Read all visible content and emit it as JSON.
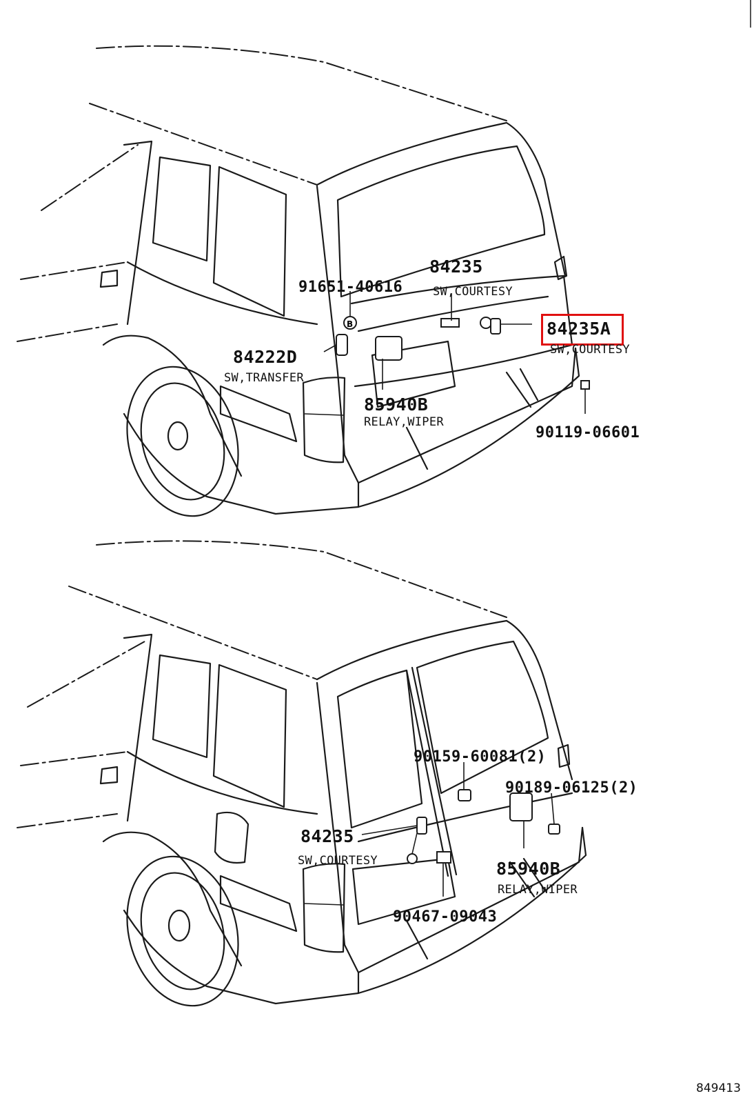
{
  "diagram_code": "849413",
  "top_view": {
    "parts": [
      {
        "number": "84235",
        "desc": "SW,COURTESY"
      },
      {
        "number": "91651-40616"
      },
      {
        "number": "84222D",
        "desc": "SW,TRANSFER"
      },
      {
        "number": "85940B",
        "desc": "RELAY,WIPER"
      },
      {
        "number": "84235A",
        "desc": "SW,COURTESY",
        "highlighted": true
      },
      {
        "number": "90119-06601"
      }
    ],
    "bolt_marker": "B"
  },
  "bottom_view": {
    "parts": [
      {
        "number": "90159-60081(2)"
      },
      {
        "number": "90189-06125(2)"
      },
      {
        "number": "84235",
        "desc": "SW,COURTESY"
      },
      {
        "number": "85940B",
        "desc": "RELAY,WIPER"
      },
      {
        "number": "90467-09043"
      }
    ]
  },
  "colors": {
    "highlight": "#e01010",
    "line": "#1a1a1a",
    "background": "#ffffff"
  }
}
